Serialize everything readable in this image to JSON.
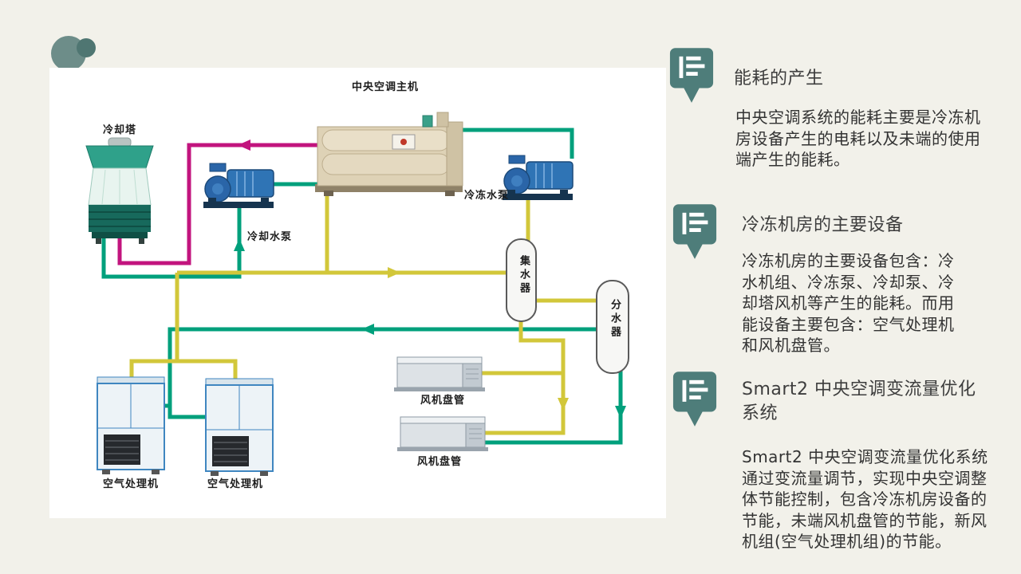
{
  "colors": {
    "background": "#f2f1ea",
    "accent_teal_icon": "#4e7d7a",
    "pipe_magenta": "#c2147e",
    "pipe_teal": "#00a07c",
    "pipe_yellow": "#d2c73a"
  },
  "diagram": {
    "labels": {
      "main_unit": "中央空调主机",
      "cooling_tower": "冷却塔",
      "cooling_pump": "冷却水泵",
      "chilled_pump": "冷冻水泵",
      "collector": "集水器",
      "distributor": "分水器",
      "fan_coil_1": "风机盘管",
      "fan_coil_2": "风机盘管",
      "ahu_1": "空气处理机",
      "ahu_2": "空气处理机"
    }
  },
  "sections": [
    {
      "icon": "pin-list-icon",
      "heading": "能耗的产生",
      "body": "中央空调系统的能耗主要是冷冻机\n房设备产生的电耗以及未端的使用\n端产生的能耗。"
    },
    {
      "icon": "pin-list-icon",
      "heading": "冷冻机房的主要设备",
      "body": "冷冻机房的主要设备包含：冷\n水机组、冷冻泵、冷却泵、冷\n却塔风机等产生的能耗。而用\n能设备主要包含：空气处理机\n和风机盘管。"
    },
    {
      "icon": "pin-list-icon",
      "heading": "Smart2 中央空调变流量优化\n系统",
      "body": "Smart2 中央空调变流量优化系统\n通过变流量调节，实现中央空调整\n体节能控制，包含冷冻机房设备的\n节能，未端风机盘管的节能，新风\n机组(空气处理机组)的节能。"
    }
  ]
}
